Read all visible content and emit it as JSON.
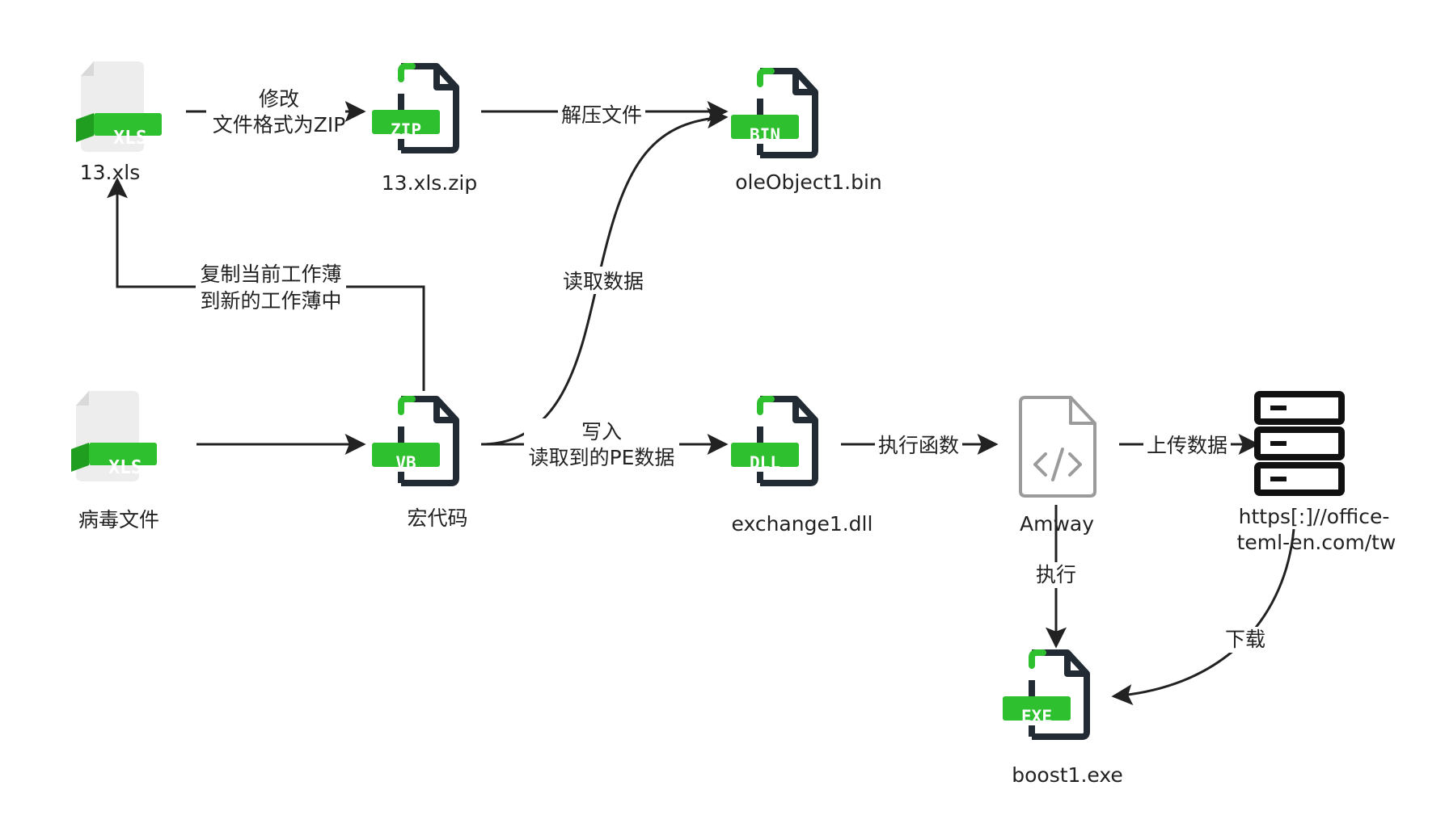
{
  "nodes": {
    "xls_13": {
      "label": "13.xls",
      "badge": "XLS"
    },
    "zip": {
      "label": "13.xls.zip",
      "badge": "ZIP"
    },
    "bin": {
      "label": "oleObject1.bin",
      "badge": "BIN"
    },
    "virus": {
      "label": "病毒文件",
      "badge": "XLS"
    },
    "vb": {
      "label": "宏代码",
      "badge": "VB"
    },
    "dll": {
      "label": "exchange1.dll",
      "badge": "DLL"
    },
    "amway": {
      "label": "Amway"
    },
    "server": {
      "label_line1": "https[:]//office-",
      "label_line2": "teml-en.com/tw"
    },
    "exe": {
      "label": "boost1.exe",
      "badge": "EXE"
    }
  },
  "edges": {
    "modify": {
      "line1": "修改",
      "line2": "文件格式为ZIP"
    },
    "unzip": {
      "label": "解压文件"
    },
    "copy": {
      "line1": "复制当前工作薄",
      "line2": "到新的工作薄中"
    },
    "read": {
      "label": "读取数据"
    },
    "write": {
      "line1": "写入",
      "line2": "读取到的PE数据"
    },
    "exec_fn": {
      "label": "执行函数"
    },
    "upload": {
      "label": "上传数据"
    },
    "execute": {
      "label": "执行"
    },
    "download": {
      "label": "下载"
    }
  },
  "colors": {
    "accent_green": "#2ec02e",
    "dark": "#222a33",
    "xls_gray": "#ececec",
    "code_gray": "#9b9b9b"
  }
}
